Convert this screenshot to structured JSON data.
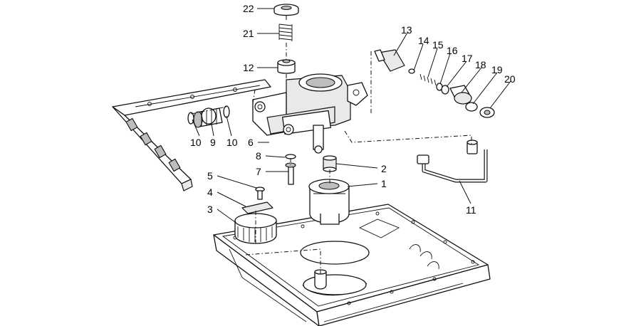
{
  "callouts": [
    {
      "id": "c22",
      "text": "22"
    },
    {
      "id": "c21",
      "text": "21"
    },
    {
      "id": "c12",
      "text": "12"
    },
    {
      "id": "c13",
      "text": "13"
    },
    {
      "id": "c14",
      "text": "14"
    },
    {
      "id": "c15",
      "text": "15"
    },
    {
      "id": "c16",
      "text": "16"
    },
    {
      "id": "c17",
      "text": "17"
    },
    {
      "id": "c18",
      "text": "18"
    },
    {
      "id": "c19",
      "text": "19"
    },
    {
      "id": "c20",
      "text": "20"
    },
    {
      "id": "c10a",
      "text": "10"
    },
    {
      "id": "c9",
      "text": "9"
    },
    {
      "id": "c10b",
      "text": "10"
    },
    {
      "id": "c6",
      "text": "6"
    },
    {
      "id": "c8",
      "text": "8"
    },
    {
      "id": "c7",
      "text": "7"
    },
    {
      "id": "c2",
      "text": "2"
    },
    {
      "id": "c1",
      "text": "1"
    },
    {
      "id": "c5",
      "text": "5"
    },
    {
      "id": "c4",
      "text": "4"
    },
    {
      "id": "c3",
      "text": "3"
    },
    {
      "id": "c11",
      "text": "11"
    }
  ]
}
